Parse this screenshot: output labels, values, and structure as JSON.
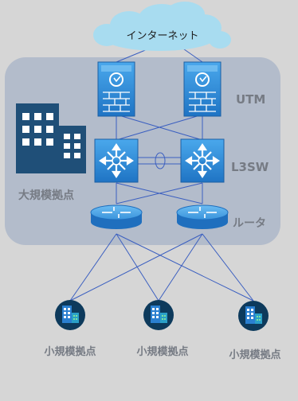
{
  "cloud": {
    "label": "インターネット",
    "color": "#a8dcf0"
  },
  "hq": {
    "label": "大規模拠点",
    "panel_color": "#b3bccb",
    "layers": {
      "utm": "UTM",
      "l3sw": "L3SW",
      "router": "ルータ"
    }
  },
  "branches": [
    "小規模拠点",
    "小規模拠点",
    "小規模拠点"
  ],
  "colors": {
    "link": "#3b5fc0",
    "label": "#767b84",
    "device": "#2f8fd8",
    "building": "#1f4f78"
  },
  "icons": [
    "cloud-icon",
    "utm-firewall-icon",
    "l3-switch-icon",
    "router-icon",
    "building-icon"
  ]
}
